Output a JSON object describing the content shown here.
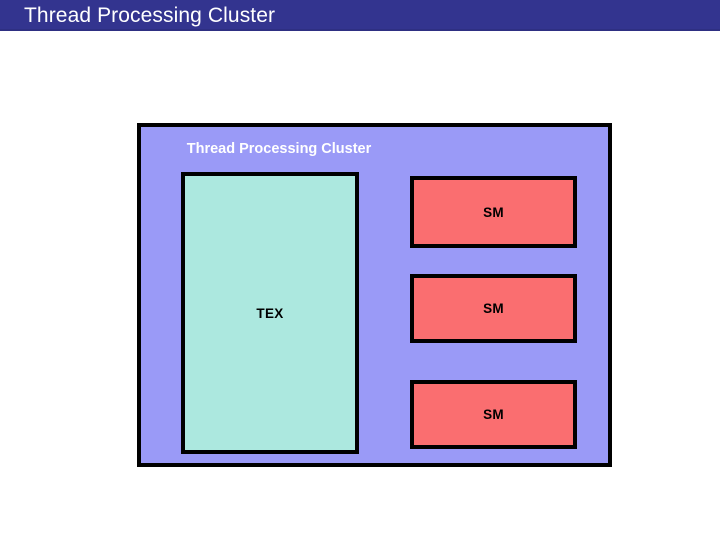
{
  "slide": {
    "title": "Thread Processing Cluster"
  },
  "diagram": {
    "cluster": {
      "label": "Thread Processing Cluster",
      "fill_color": "#9A9AF7",
      "border_color": "#000000"
    },
    "texture_unit": {
      "label": "TEX",
      "fill_color": "#ACE8DF",
      "border_color": "#000000"
    },
    "multiprocessors": [
      {
        "label": "SM",
        "fill_color": "#FA6E70",
        "border_color": "#000000"
      },
      {
        "label": "SM",
        "fill_color": "#FA6E70",
        "border_color": "#000000"
      },
      {
        "label": "SM",
        "fill_color": "#FA6E70",
        "border_color": "#000000"
      }
    ]
  },
  "theme": {
    "title_bar_color": "#33348F",
    "title_text_color": "#FFFFFF",
    "background_color": "#FFFFFF"
  }
}
